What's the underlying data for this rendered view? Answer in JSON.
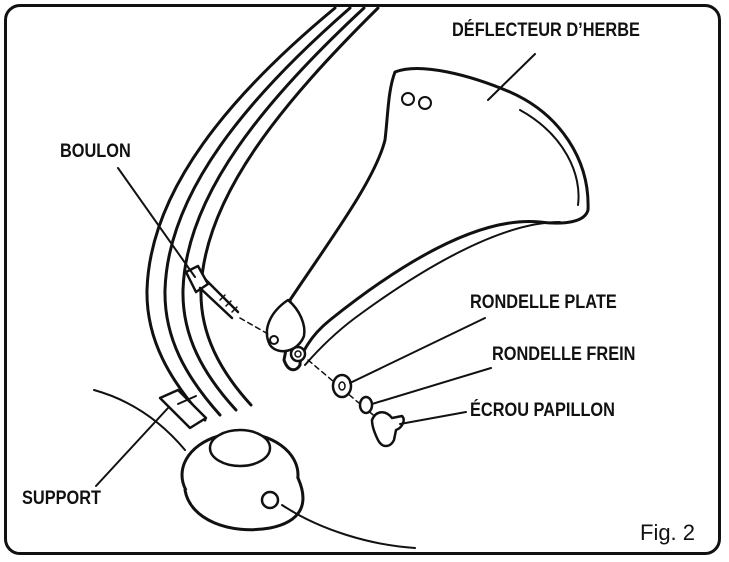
{
  "labels": {
    "deflecteur": "DÉFLECTEUR D’HERBE",
    "boulon": "BOULON",
    "rondelle_plate": "RONDELLE PLATE",
    "rondelle_frein": "RONDELLE FREIN",
    "ecrou": "ÉCROU PAPILLON",
    "support": "SUPPORT"
  },
  "figure": "Fig. 2",
  "colors": {
    "ink": "#111111",
    "background": "#ffffff"
  }
}
